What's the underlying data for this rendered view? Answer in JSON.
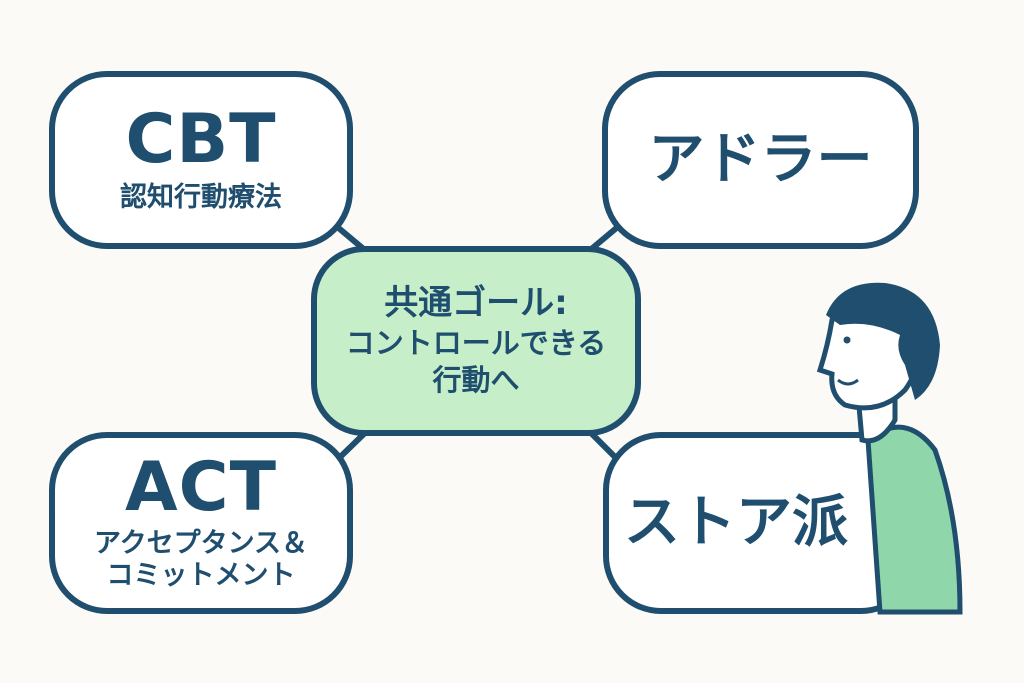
{
  "colors": {
    "stroke": "#1f4e6e",
    "center_fill": "#c6efc9",
    "box_fill": "#ffffff",
    "background": "#fbfaf7",
    "shirt": "#8fd6aa"
  },
  "center": {
    "line1": "共通ゴール:",
    "line2": "コントロールできる",
    "line3": "行動へ"
  },
  "nodes": {
    "cbt": {
      "title": "CBT",
      "subtitle": "認知行動療法"
    },
    "adler": {
      "title": "アドラー"
    },
    "act": {
      "title": "ACT",
      "subtitle1": "アクセプタンス＆",
      "subtitle2": "コミットメント"
    },
    "stoic": {
      "title": "ストア派"
    }
  }
}
